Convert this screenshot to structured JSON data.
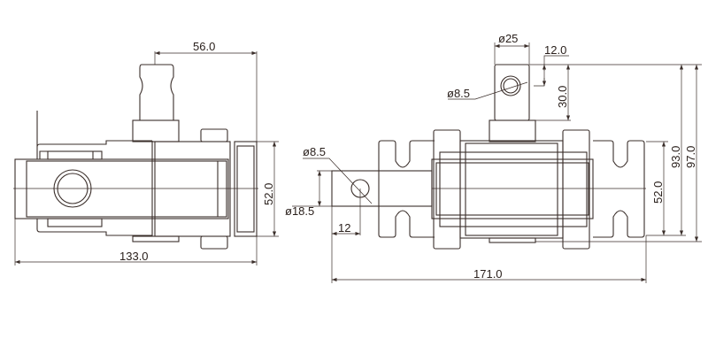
{
  "side_view": {
    "dim_stem_offset": "56.0",
    "dim_height": "52.0",
    "dim_length": "133.0"
  },
  "front_view": {
    "dim_stem_diameter": "ø25",
    "dim_hole_offset": "12.0",
    "dim_hole_diameter": "ø8.5",
    "dim_stem_height": "30.0",
    "dim_total_height_inner": "93.0",
    "dim_total_height_outer": "97.0",
    "dim_body_height": "52.0",
    "dim_shaft_hole": "ø8.5",
    "dim_shaft_diameter": "ø18.5",
    "dim_shaft_hole_offset": "12",
    "dim_total_length": "171.0"
  },
  "colors": {
    "line": "#3a2e2a"
  }
}
